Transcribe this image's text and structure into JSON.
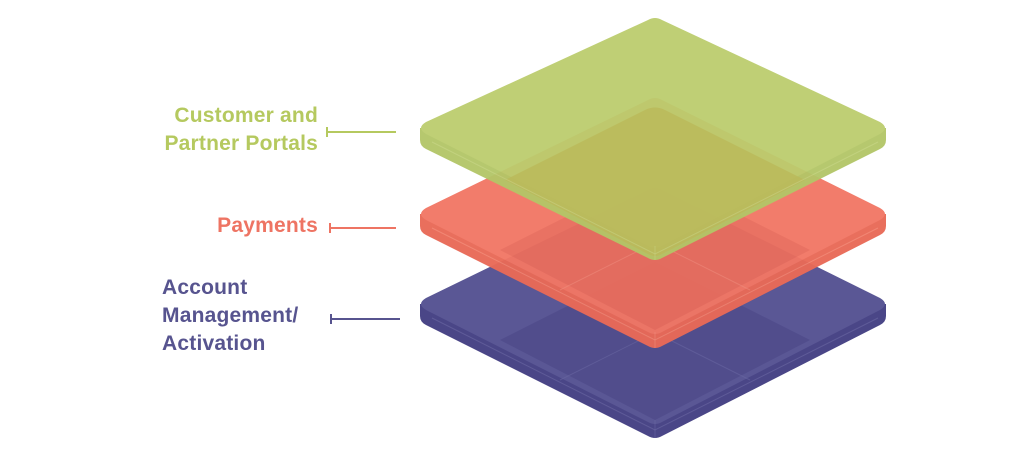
{
  "diagram": {
    "type": "stacked-isometric-layers",
    "layers": [
      {
        "id": "portals",
        "label_lines": [
          "Customer and",
          "Partner Portals"
        ],
        "color": "#b5c95f",
        "label_color": "#b5c95f",
        "position": "top"
      },
      {
        "id": "payments",
        "label_lines": [
          "Payments"
        ],
        "color": "#f07460",
        "label_color": "#ee7463",
        "position": "middle"
      },
      {
        "id": "account",
        "label_lines": [
          "Account",
          "Management/",
          "Activation"
        ],
        "color": "#4f4b8e",
        "label_color": "#57548f",
        "position": "bottom"
      }
    ]
  }
}
